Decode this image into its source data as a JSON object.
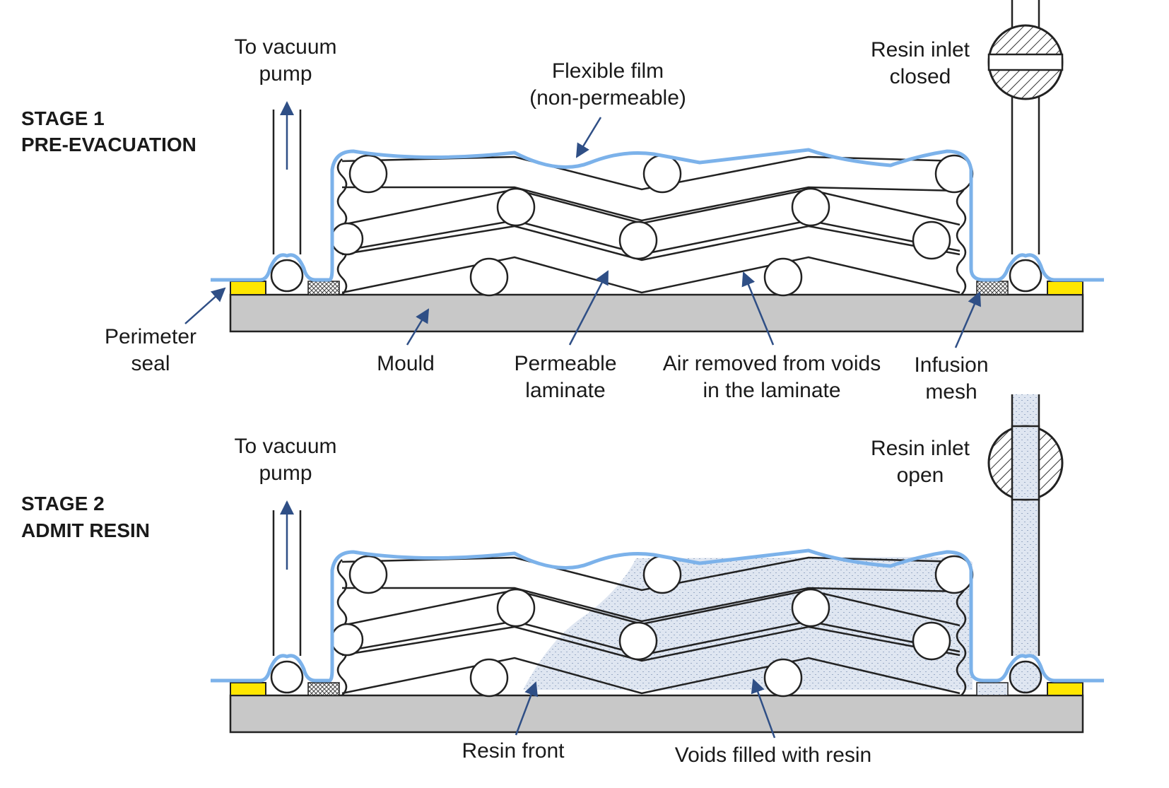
{
  "colors": {
    "film": "#7cb2ea",
    "arrow": "#2f4f86",
    "mould": "#c8c8c8",
    "seal": "#ffe600",
    "resin": "#dfe6f1"
  },
  "stage1": {
    "title_line1": "STAGE 1",
    "title_line2": "PRE-EVACUATION",
    "vacuum_line1": "To vacuum",
    "vacuum_line2": "pump",
    "film_line1": "Flexible film",
    "film_line2": "(non-permeable)",
    "inlet_line1": "Resin inlet",
    "inlet_line2": "closed",
    "seal_line1": "Perimeter",
    "seal_line2": "seal",
    "mould": "Mould",
    "laminate_line1": "Permeable",
    "laminate_line2": "laminate",
    "air_line1": "Air removed from voids",
    "air_line2": "in the laminate",
    "mesh_line1": "Infusion",
    "mesh_line2": "mesh"
  },
  "stage2": {
    "title_line1": "STAGE 2",
    "title_line2": "ADMIT RESIN",
    "vacuum_line1": "To vacuum",
    "vacuum_line2": "pump",
    "inlet_line1": "Resin inlet",
    "inlet_line2": "open",
    "resin_front": "Resin front",
    "voids_filled": "Voids filled with resin"
  }
}
